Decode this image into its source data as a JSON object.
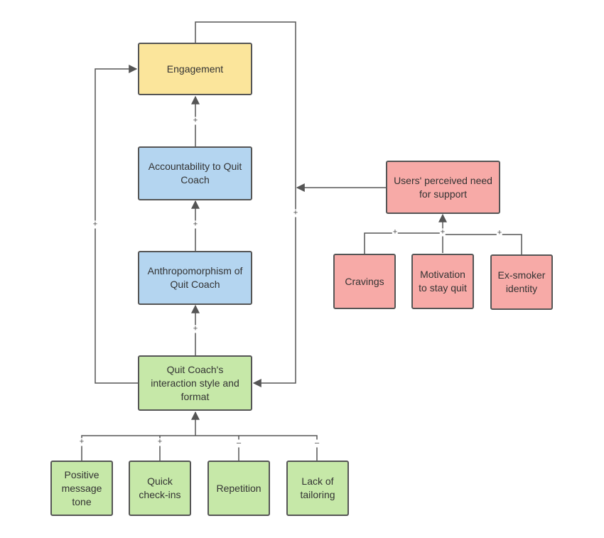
{
  "nodes": {
    "engagement": "Engagement",
    "accountability": "Accountability to Quit Coach",
    "anthropomorphism": "Anthropomorphism of Quit Coach",
    "interaction_style": "Quit Coach's interaction style and format",
    "perceived_need": "Users' perceived need for support",
    "cravings": "Cravings",
    "motivation": "Motivation to stay quit",
    "ex_smoker": "Ex-smoker identity",
    "positive_tone": "Positive message tone",
    "quick_checkins": "Quick check-ins",
    "repetition": "Repetition",
    "lack_tailoring": "Lack of tailoring"
  },
  "signs": {
    "accountability_to_engagement": "+",
    "anthropomorphism_to_accountability": "+",
    "interaction_to_anthropomorphism": "+",
    "interaction_to_engagement": "+",
    "engagement_loop": "+",
    "cravings_to_need": "+",
    "motivation_to_need": "+",
    "ex_smoker_to_need": "+",
    "positive_tone_to_interaction": "+",
    "quick_checkins_to_interaction": "+",
    "repetition_to_interaction": "–",
    "lack_tailoring_to_interaction": "–"
  },
  "colors": {
    "outcome": "#fbe59b",
    "mediator": "#b4d5f0",
    "app_feature": "#c6e8a8",
    "user_factor": "#f7aaa7",
    "connector": "#555555"
  }
}
